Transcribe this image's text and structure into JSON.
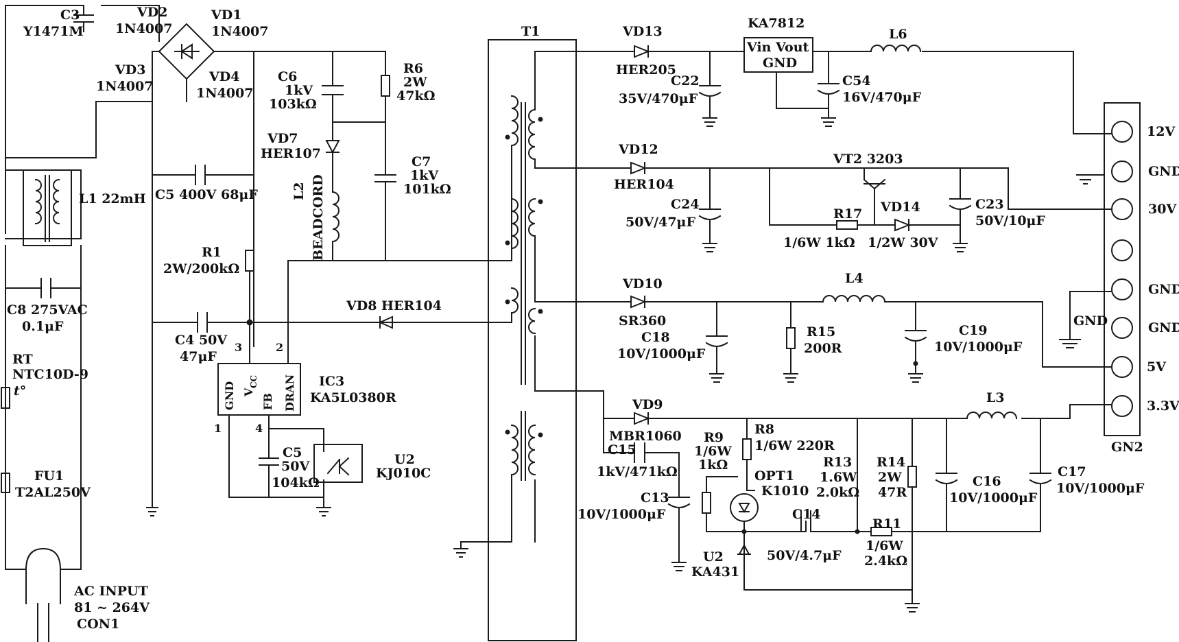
{
  "labels": {
    "C3": "C3",
    "C3v": "Y1471M",
    "VD2": "VD2",
    "VD2v": "1N4007",
    "VD1": "VD1",
    "VD1v": "1N4007",
    "VD3": "VD3",
    "VD3v": "1N4007",
    "VD4": "VD4",
    "VD4v": "1N4007",
    "L1": "L1 22mH",
    "C5a": "C5 400V 68μF",
    "C6": "C6",
    "C6a": "1kV",
    "C6b": "103kΩ",
    "R6": "R6",
    "R6a": "2W",
    "R6b": "47kΩ",
    "VD7": "VD7",
    "VD7v": "HER107",
    "C7": "C7",
    "C7a": "1kV",
    "C7b": "101kΩ",
    "L2": "L2",
    "L2v": "BEADCORD",
    "R1": "R1",
    "R1v": "2W/200kΩ",
    "C8": "C8 275VAC",
    "C8v": "0.1μF",
    "RT": "RT",
    "RTv": "NTC10D-9",
    "RTt": "t°",
    "FU1": "FU1",
    "FU1v": "T2AL250V",
    "ACIN": "AC INPUT",
    "ACv": "81 ~ 264V",
    "CON1": "CON1",
    "C4": "C4 50V",
    "C4v": "47μF",
    "VD8": "VD8 HER104",
    "IC3": "IC3",
    "IC3v": "KA5L0380R",
    "pinGND": "GND",
    "pinVCC": "V",
    "pinVCCsub": "CC",
    "pinFB": "FB",
    "pinDRAN": "DRAN",
    "p1": "1",
    "p2": "2",
    "p3": "3",
    "p4": "4",
    "C5b": "C5",
    "C5bv": "50V",
    "C5bv2": "104kΩ",
    "U2a": "U2",
    "U2av": "KJ010C",
    "T1": "T1",
    "VD13": "VD13",
    "VD13v": "HER205",
    "KA7812": "KA7812",
    "KAvin": "Vin Vout",
    "KAgnd": "GND",
    "L6": "L6",
    "C22": "C22",
    "C22v": "35V/470μF",
    "C54": "C54",
    "C54v": "16V/470μF",
    "VD12": "VD12",
    "VD12v": "HER104",
    "VT2": "VT2 3203",
    "C24": "C24",
    "C24v": "50V/47μF",
    "R17": "R17",
    "R17v": "1/6W 1kΩ",
    "VD14": "VD14",
    "VD14v": "1/2W 30V",
    "C23": "C23",
    "C23v": "50V/10μF",
    "VD10": "VD10",
    "VD10v": "SR360",
    "L4": "L4",
    "C18": "C18",
    "C18v": "10V/1000μF",
    "R15": "R15",
    "R15v": "200R",
    "C19": "C19",
    "C19v": "10V/1000μF",
    "VD9": "VD9",
    "VD9v": "MBR1060",
    "C15": "C15",
    "C15v": "1kV/471kΩ",
    "R9": "R9",
    "R9a": "1/6W",
    "R9b": "1kΩ",
    "R8": "R8",
    "R8v": "1/6W 220R",
    "R13": "R13",
    "R13a": "1.6W",
    "R13b": "2.0kΩ",
    "R14": "R14",
    "R14a": "2W",
    "R14b": "47R",
    "L3": "L3",
    "OPT1": "OPT1",
    "OPT1v": "K1010",
    "C16": "C16",
    "C16v": "10V/1000μF",
    "C17": "C17",
    "C17v": "10V/1000μF",
    "C13": "C13",
    "C13v": "10V/1000μF",
    "C14": "C14",
    "C14v": "50V/4.7μF",
    "R11": "R11",
    "R11a": "1/6W",
    "R11b": "2.4kΩ",
    "U2b": "U2",
    "U2bv": "KA431",
    "GNDmid": "GND",
    "GN2": "GN2",
    "out12": "12V",
    "outGND1": "GND",
    "out30": "30V",
    "outGND2": "GND",
    "outGND3": "GND",
    "out5": "5V",
    "out33": "3.3V"
  }
}
